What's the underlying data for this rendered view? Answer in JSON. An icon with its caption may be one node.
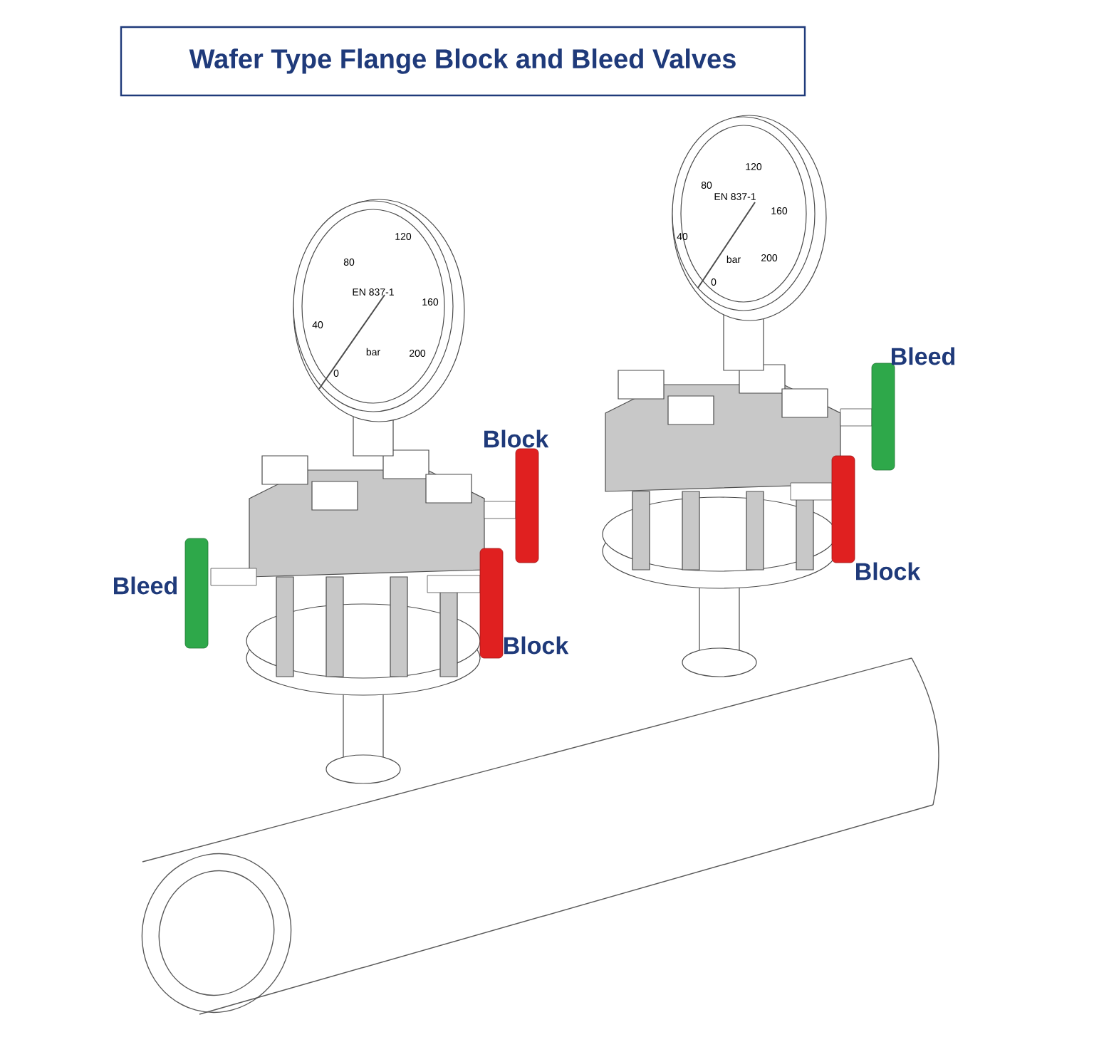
{
  "diagram": {
    "title": "Wafer Type Flange Block and Bleed Valves",
    "labels": [
      "EN 837-1",
      "0",
      "40",
      "80",
      "120",
      "160",
      "200",
      "bar",
      "EN 837-1",
      "0",
      "40",
      "80",
      "120",
      "160",
      "200",
      "bar",
      "Bleed",
      "Block",
      "Block",
      "Bleed",
      "Block"
    ]
  }
}
